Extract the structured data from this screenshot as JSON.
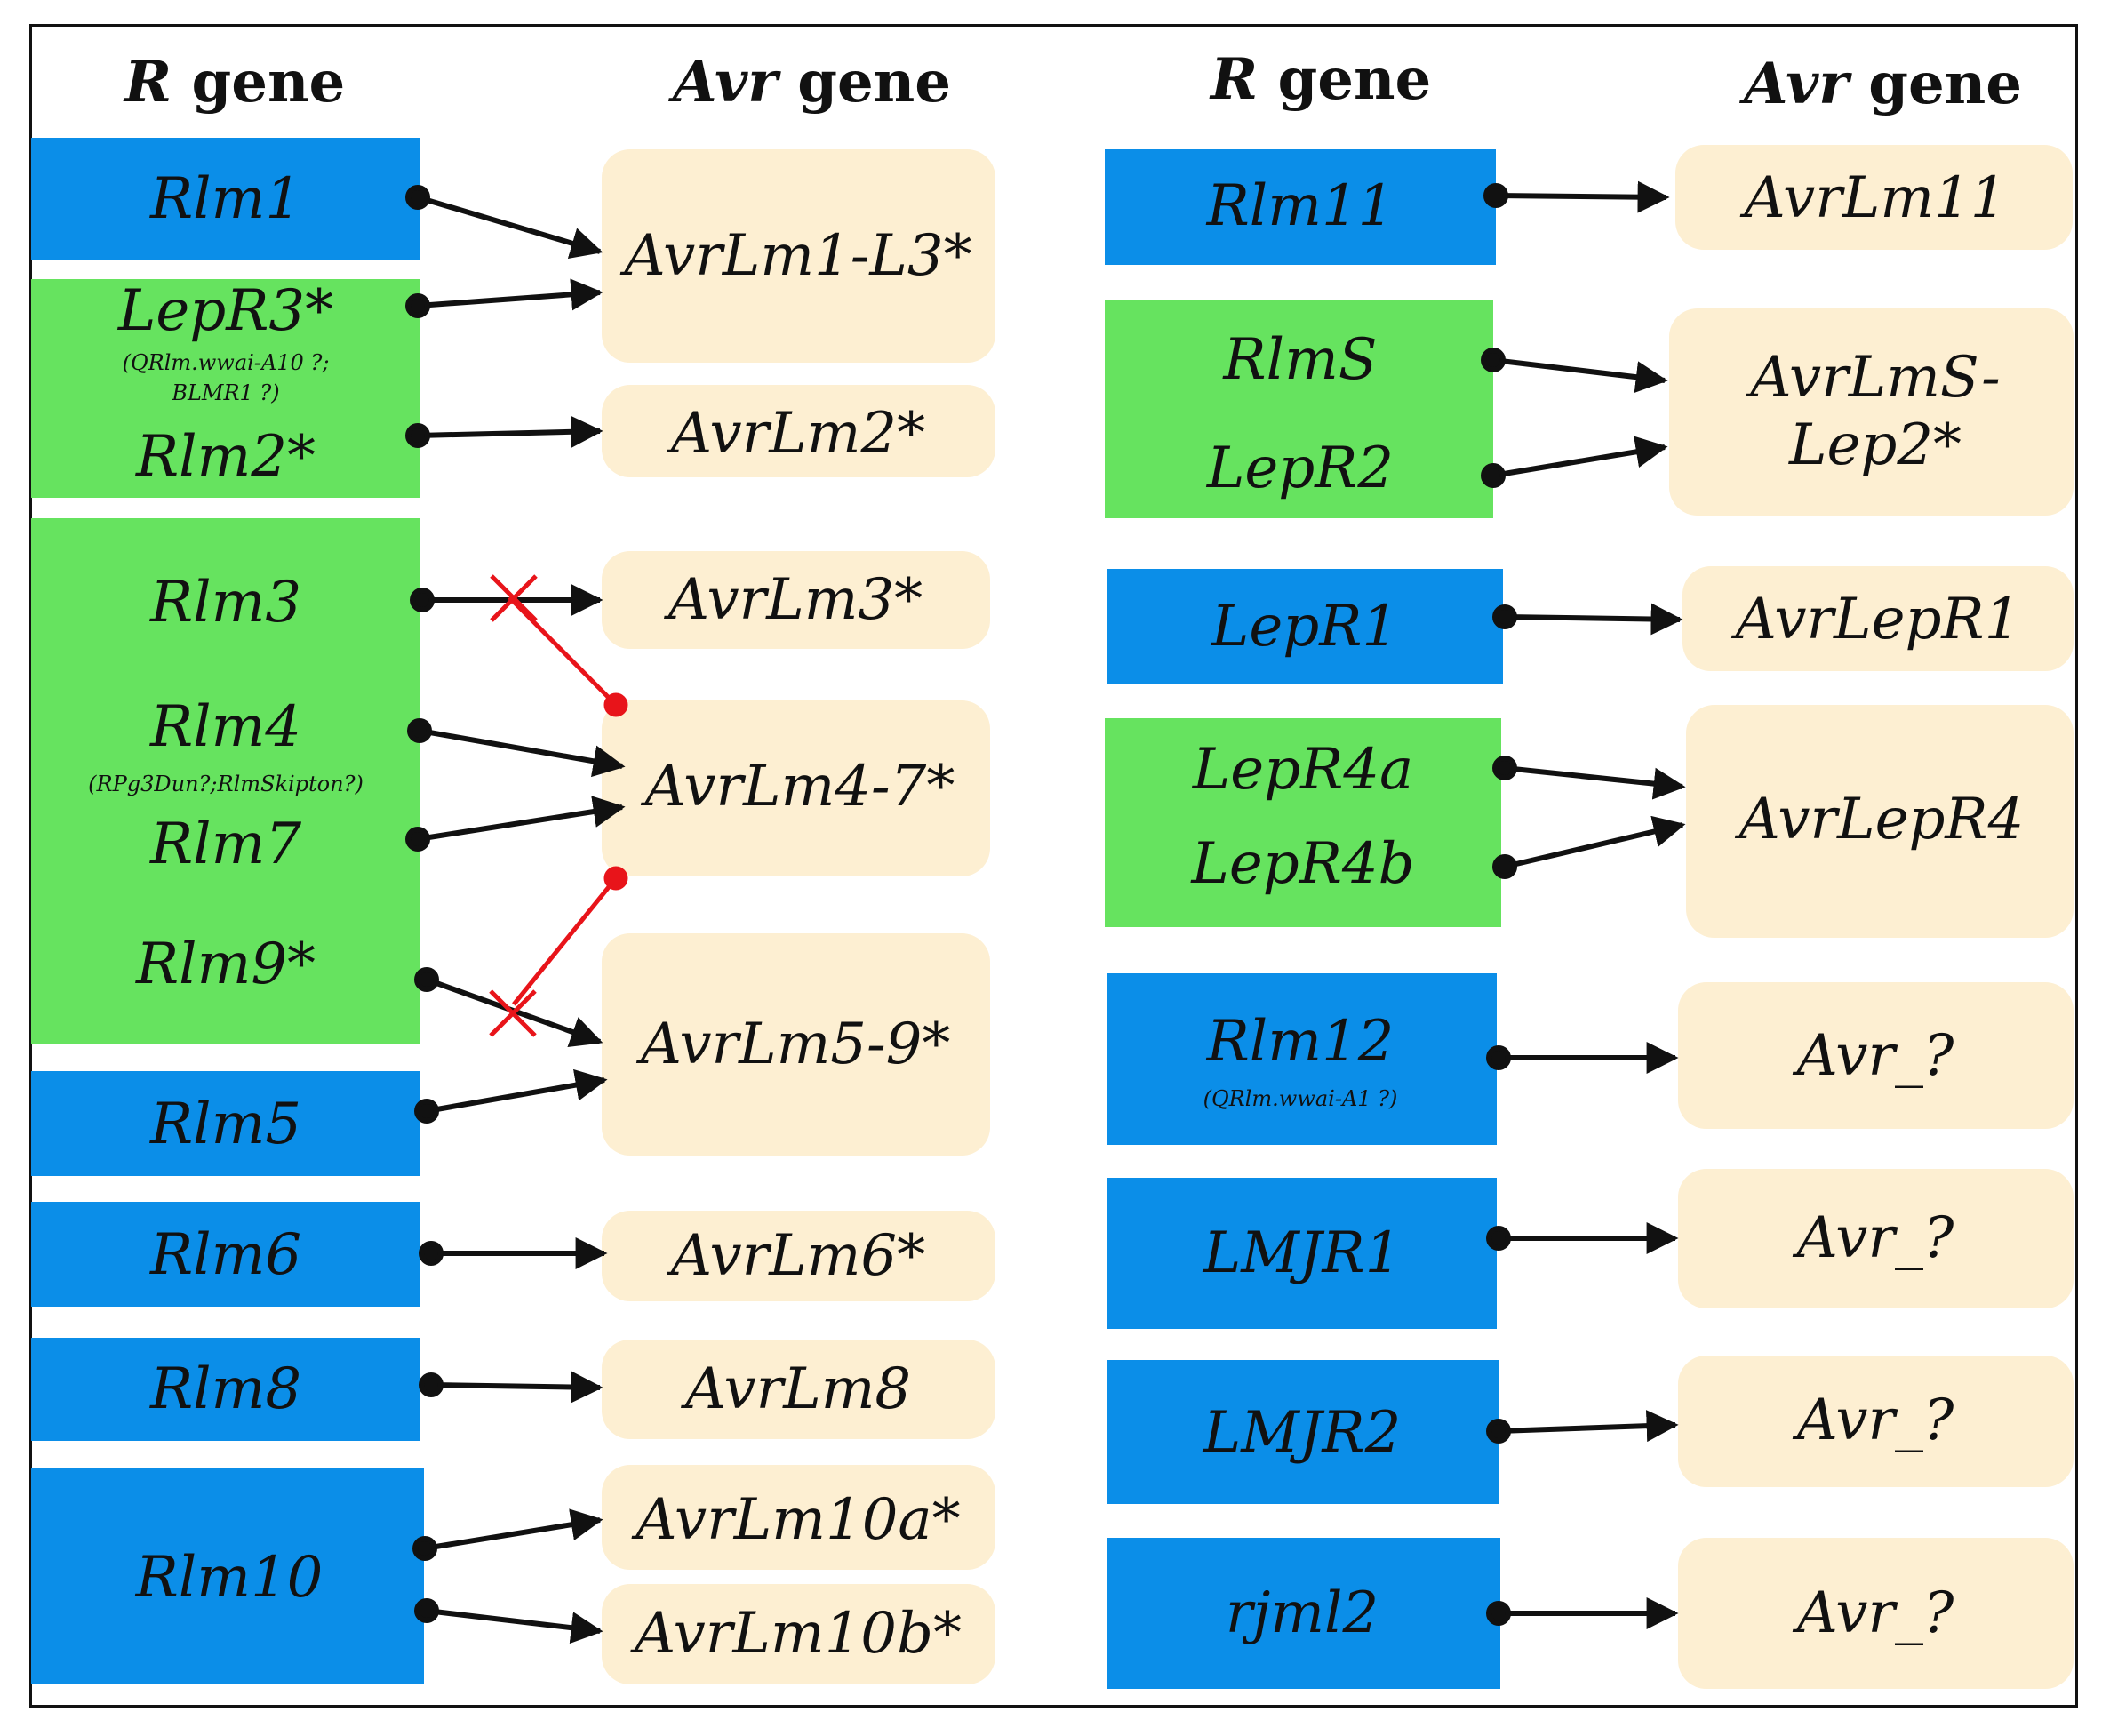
{
  "headers": {
    "left_r": {
      "italic": "R",
      "rest": " gene"
    },
    "left_avr": {
      "italic": "Avr",
      "rest": " gene"
    },
    "right_r": {
      "italic": "R",
      "rest": " gene"
    },
    "right_avr": {
      "italic": "Avr",
      "rest": " gene"
    }
  },
  "r_genes": {
    "rlm1": "Rlm1",
    "lepr3": "LepR3*",
    "lepr3_alias": "(QRlm.wwai-A10 ?; BLMR1 ?)",
    "rlm2": "Rlm2*",
    "rlm3": "Rlm3",
    "rlm4": "Rlm4",
    "rlm4_alias": "(RPg3Dun?;RlmSkipton?)",
    "rlm7": "Rlm7",
    "rlm9": "Rlm9*",
    "rlm5": "Rlm5",
    "rlm6": "Rlm6",
    "rlm8": "Rlm8",
    "rlm10": "Rlm10",
    "rlm11": "Rlm11",
    "rlms": "RlmS",
    "lepr2": "LepR2",
    "lepr1": "LepR1",
    "lepr4a": "LepR4a",
    "lepr4b": "LepR4b",
    "rlm12": "Rlm12",
    "rlm12_alias": "(QRlm.wwai-A1 ?)",
    "lmjr1": "LMJR1",
    "lmjr2": "LMJR2",
    "rjml2": "rjml2"
  },
  "avr_genes": {
    "avrlm1_l3": "AvrLm1-L3*",
    "avrlm2": "AvrLm2*",
    "avrlm3": "AvrLm3*",
    "avrlm4_7": "AvrLm4-7*",
    "avrlm5_9": "AvrLm5-9*",
    "avrlm6": "AvrLm6*",
    "avrlm8": "AvrLm8",
    "avrlm10a": "AvrLm10a*",
    "avrlm10b": "AvrLm10b*",
    "avrlm11": "AvrLm11",
    "avrlms_lep2": "AvrLmS-\nLep2*",
    "avrlepr1": "AvrLepR1",
    "avrlepr4": "AvrLepR4",
    "avr_unknown_1": "Avr_?",
    "avr_unknown_2": "Avr_?",
    "avr_unknown_3": "Avr_?",
    "avr_unknown_4": "Avr_?"
  },
  "colors": {
    "blue_box": "#0b8ee8",
    "green_box": "#66e35f",
    "avr_box": "#fdefd2",
    "arrow": "#111111",
    "masking": "#e8141a"
  }
}
